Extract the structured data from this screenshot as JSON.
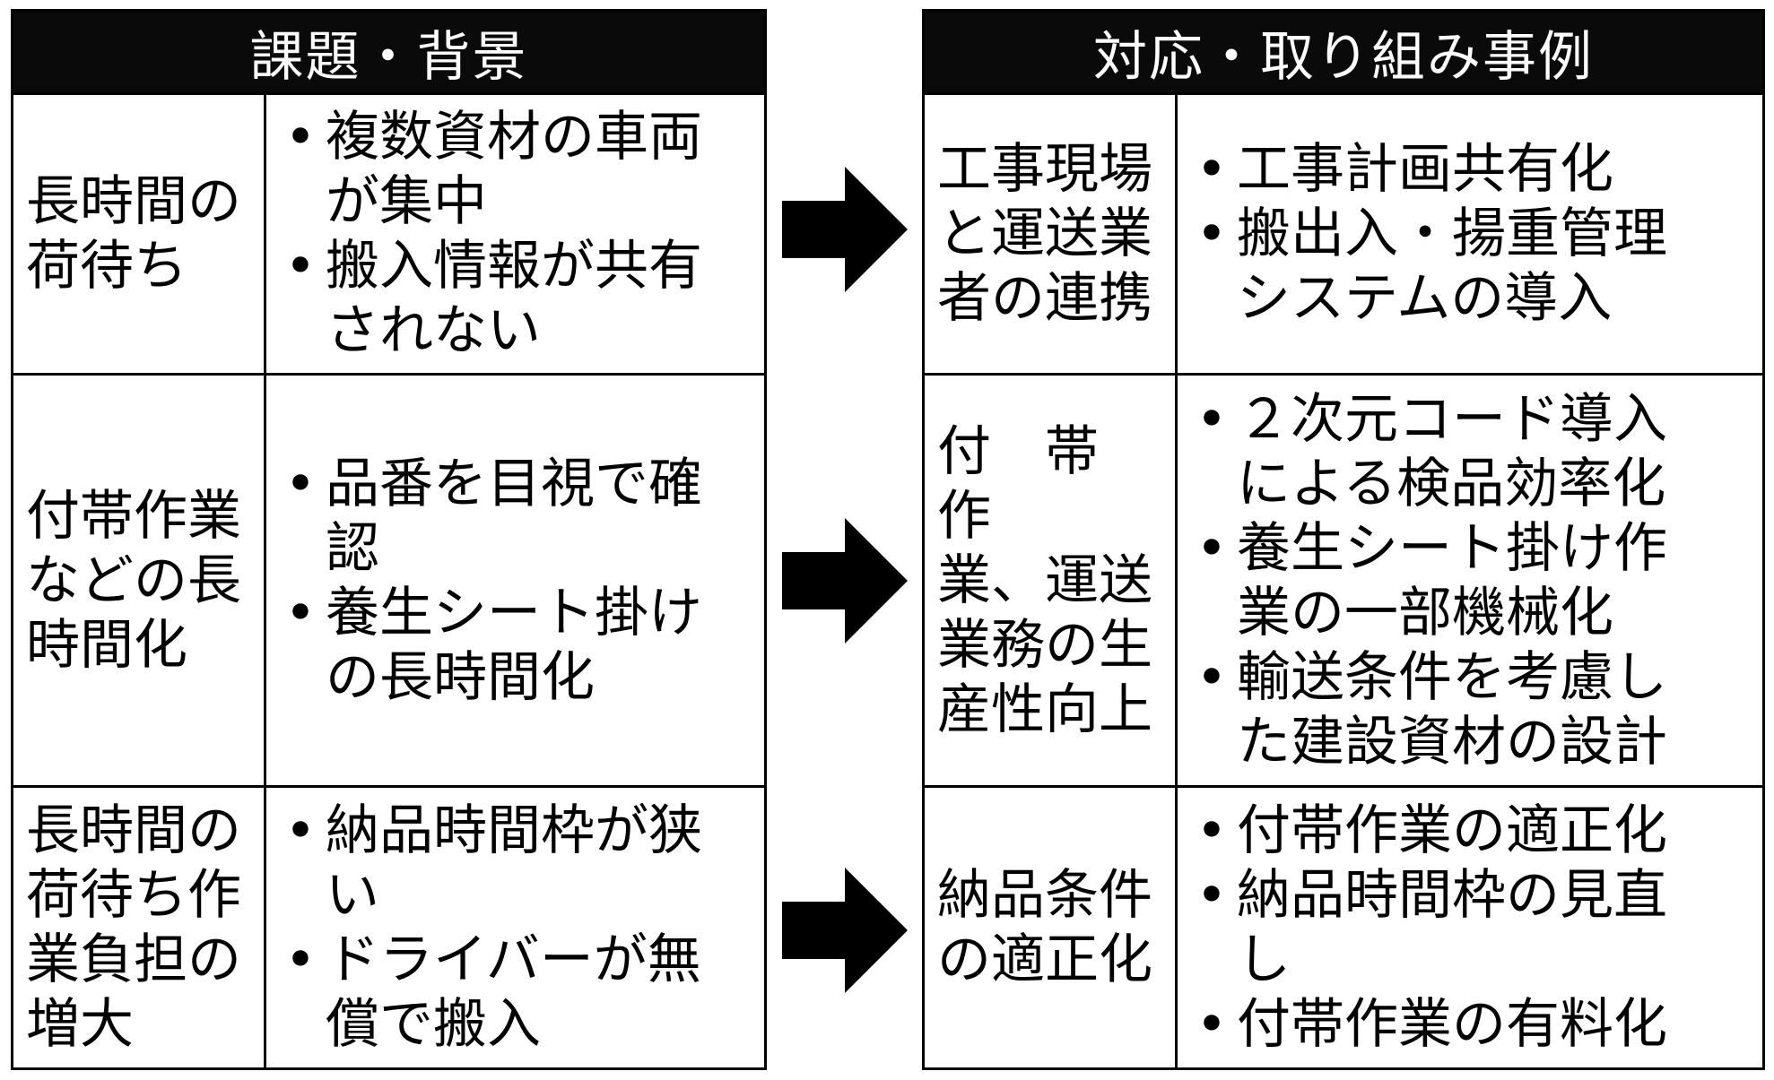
{
  "left": {
    "header": "課題・背景",
    "rows": [
      {
        "label_lines": [
          "長時間の",
          "荷待ち"
        ],
        "items": [
          [
            "複数資材の車両",
            "が集中"
          ],
          [
            "搬入情報が共有",
            "されない"
          ]
        ]
      },
      {
        "label_lines": [
          "付帯作業",
          "などの長",
          "時間化"
        ],
        "items": [
          [
            "品番を目視で確",
            "認"
          ],
          [
            "養生シート掛け",
            "の長時間化"
          ]
        ]
      },
      {
        "label_lines": [
          "長時間の",
          "荷待ち作",
          "業負担の",
          "増大"
        ],
        "items": [
          [
            "納品時間枠が狭",
            "い"
          ],
          [
            "ドライバーが無",
            "償で搬入"
          ]
        ]
      }
    ]
  },
  "right": {
    "header": "対応・取り組み事例",
    "rows": [
      {
        "label_lines": [
          "工事現場",
          "と運送業",
          "者の連携"
        ],
        "items": [
          [
            "工事計画共有化"
          ],
          [
            "搬出入・揚重管理",
            "システムの導入"
          ]
        ]
      },
      {
        "label_lines": [
          "付　帯　作",
          "業、運送",
          "業務の生",
          "産性向上"
        ],
        "items": [
          [
            "２次元コード導入",
            "による検品効率化"
          ],
          [
            "養生シート掛け作",
            "業の一部機械化"
          ],
          [
            "輸送条件を考慮し",
            "た建設資材の設計"
          ]
        ]
      },
      {
        "label_lines": [
          "納品条件",
          "の適正化"
        ],
        "items": [
          [
            "付帯作業の適正化"
          ],
          [
            "納品時間枠の見直",
            "し"
          ],
          [
            "付帯作業の有料化"
          ]
        ]
      }
    ]
  },
  "bullet": "•",
  "colors": {
    "header_bg": "#0a0a0a",
    "header_fg": "#ffffff",
    "border": "#000000"
  }
}
